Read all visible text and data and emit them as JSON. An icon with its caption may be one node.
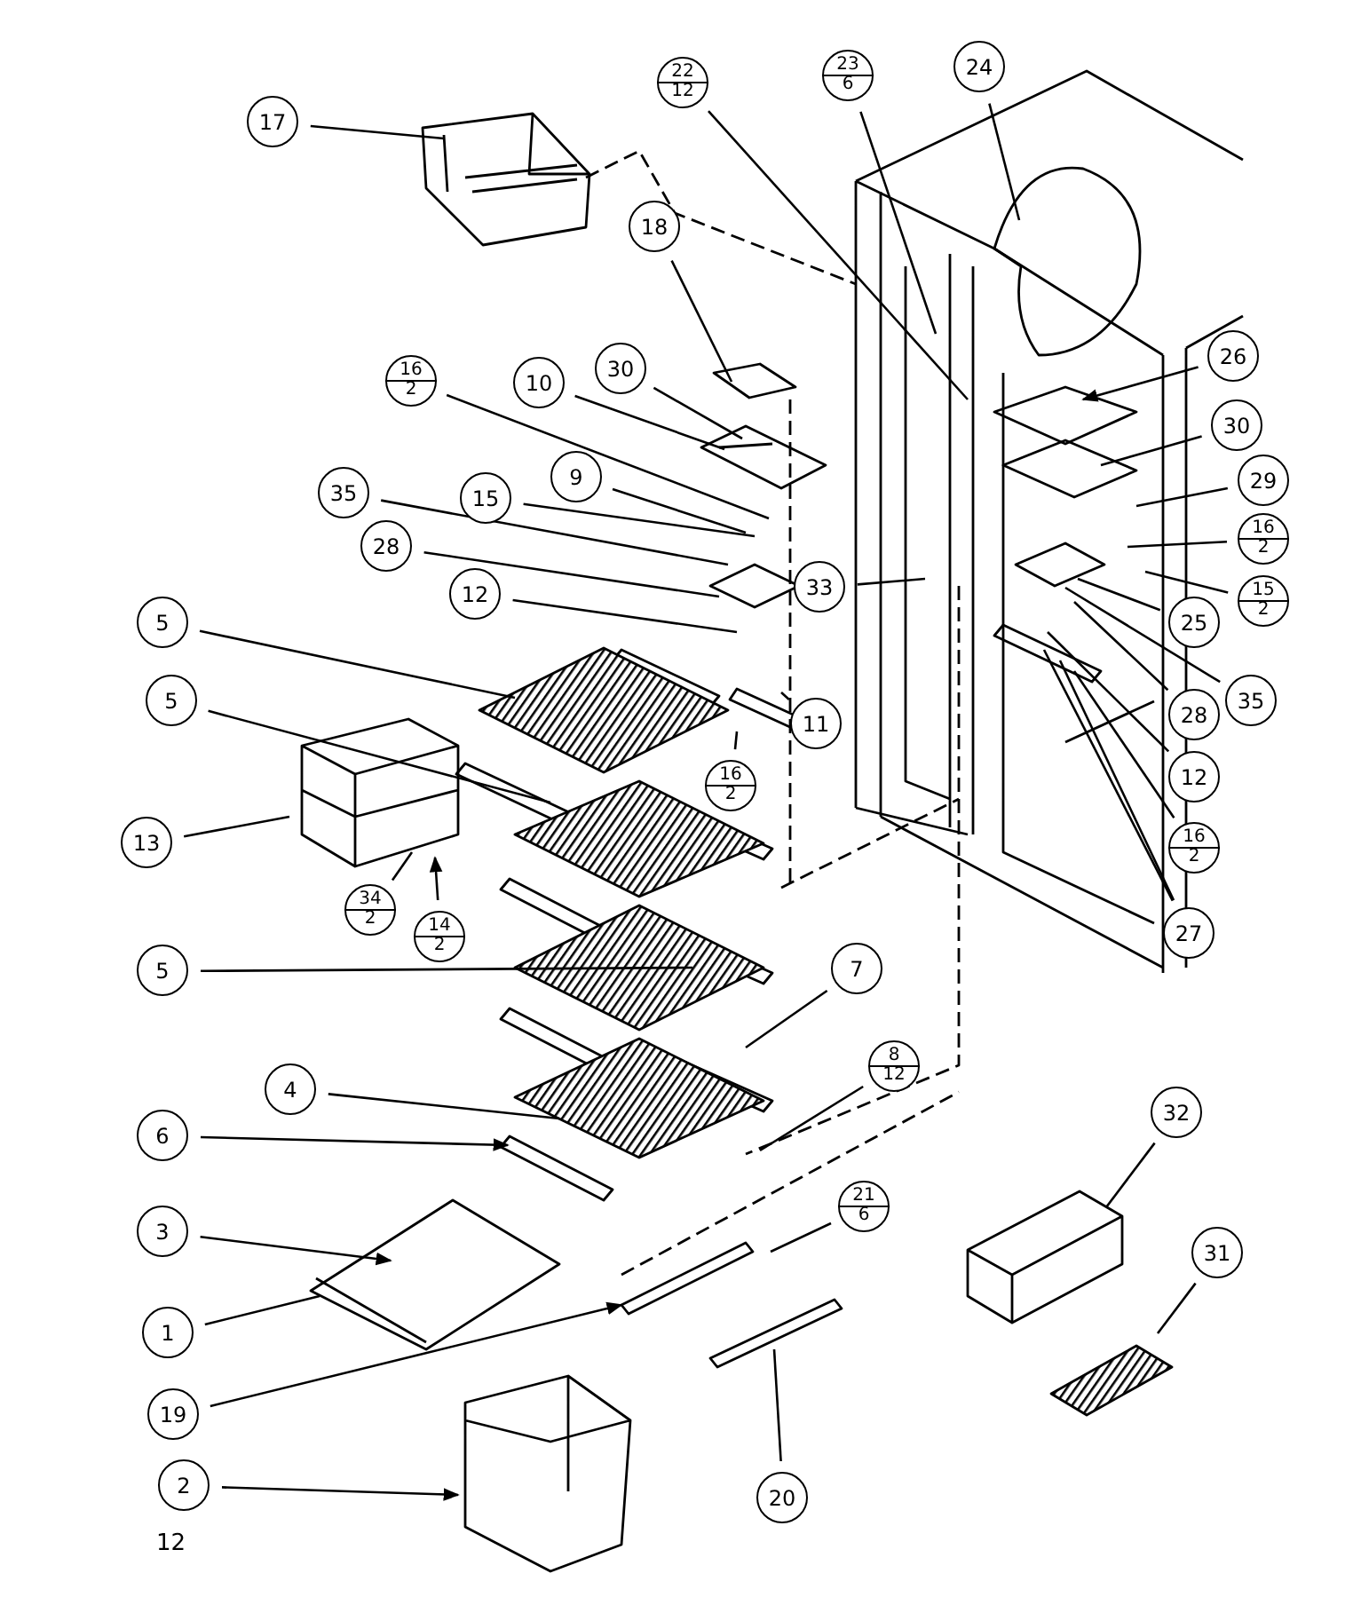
{
  "diagram": {
    "nodes": [
      {
        "text": [
          "17"
        ]
      },
      {
        "text": [
          "22",
          "12"
        ]
      },
      {
        "text": [
          "23",
          "6"
        ]
      },
      {
        "text": [
          "24"
        ]
      },
      {
        "text": [
          "18"
        ]
      },
      {
        "text": [
          "16",
          "2"
        ]
      },
      {
        "text": [
          "10"
        ]
      },
      {
        "text": [
          "30"
        ]
      },
      {
        "text": [
          "9"
        ]
      },
      {
        "text": [
          "35"
        ]
      },
      {
        "text": [
          "15"
        ]
      },
      {
        "text": [
          "28"
        ]
      },
      {
        "text": [
          "12"
        ]
      },
      {
        "text": [
          "5"
        ]
      },
      {
        "text": [
          "5"
        ]
      },
      {
        "text": [
          "13"
        ]
      },
      {
        "text": [
          "34",
          "2"
        ]
      },
      {
        "text": [
          "14",
          "2"
        ]
      },
      {
        "text": [
          "16",
          "2"
        ]
      },
      {
        "text": [
          "11"
        ]
      },
      {
        "text": [
          "33"
        ]
      },
      {
        "text": [
          "26"
        ]
      },
      {
        "text": [
          "30"
        ]
      },
      {
        "text": [
          "29"
        ]
      },
      {
        "text": [
          "16",
          "2"
        ]
      },
      {
        "text": [
          "15",
          "2"
        ]
      },
      {
        "text": [
          "25"
        ]
      },
      {
        "text": [
          "35"
        ]
      },
      {
        "text": [
          "28"
        ]
      },
      {
        "text": [
          "12"
        ]
      },
      {
        "text": [
          "16",
          "2"
        ]
      },
      {
        "text": [
          "27"
        ]
      },
      {
        "text": [
          "5"
        ]
      },
      {
        "text": [
          "7"
        ]
      },
      {
        "text": [
          "8",
          "12"
        ]
      },
      {
        "text": [
          "4"
        ]
      },
      {
        "text": [
          "6"
        ]
      },
      {
        "text": [
          "3"
        ]
      },
      {
        "text": [
          "21",
          "6"
        ]
      },
      {
        "text": [
          "32"
        ]
      },
      {
        "text": [
          "1"
        ]
      },
      {
        "text": [
          "31"
        ]
      },
      {
        "text": [
          "19"
        ]
      },
      {
        "text": [
          "2"
        ]
      },
      {
        "text": [
          "20"
        ]
      }
    ],
    "edges": [
      {
        "from": 0,
        "to": null,
        "arrow": "none"
      },
      {
        "from": 1,
        "to": null,
        "arrow": "none"
      },
      {
        "from": 2,
        "to": null,
        "arrow": "none"
      },
      {
        "from": 3,
        "to": null,
        "arrow": "none"
      },
      {
        "from": 4,
        "to": null,
        "arrow": "none"
      },
      {
        "from": 5,
        "to": null,
        "arrow": "none"
      },
      {
        "from": 6,
        "to": null,
        "arrow": "none"
      },
      {
        "from": 7,
        "to": null,
        "arrow": "none"
      },
      {
        "from": 8,
        "to": null,
        "arrow": "none"
      },
      {
        "from": 9,
        "to": null,
        "arrow": "none"
      },
      {
        "from": 10,
        "to": null,
        "arrow": "none"
      },
      {
        "from": 11,
        "to": null,
        "arrow": "none"
      },
      {
        "from": 12,
        "to": null,
        "arrow": "none"
      },
      {
        "from": 13,
        "to": null,
        "arrow": "none"
      },
      {
        "from": 14,
        "to": null,
        "arrow": "none"
      },
      {
        "from": 15,
        "to": null,
        "arrow": "none"
      },
      {
        "from": 16,
        "to": null,
        "arrow": "none"
      },
      {
        "from": 17,
        "to": null,
        "arrow": "to"
      },
      {
        "from": 18,
        "to": null,
        "arrow": "none"
      },
      {
        "from": 19,
        "to": null,
        "arrow": "none"
      },
      {
        "from": 20,
        "to": null,
        "arrow": "none"
      },
      {
        "from": 21,
        "to": null,
        "arrow": "to"
      },
      {
        "from": 22,
        "to": null,
        "arrow": "none"
      },
      {
        "from": 23,
        "to": null,
        "arrow": "none"
      },
      {
        "from": 24,
        "to": null,
        "arrow": "none"
      },
      {
        "from": 25,
        "to": null,
        "arrow": "none"
      },
      {
        "from": 26,
        "to": null,
        "arrow": "none"
      },
      {
        "from": 27,
        "to": null,
        "arrow": "none"
      },
      {
        "from": 28,
        "to": null,
        "arrow": "none"
      },
      {
        "from": 29,
        "to": null,
        "arrow": "none"
      },
      {
        "from": 30,
        "to": null,
        "arrow": "none"
      },
      {
        "from": 31,
        "to": null,
        "arrow": "none"
      },
      {
        "from": 31,
        "to": null,
        "arrow": "none"
      },
      {
        "from": 32,
        "to": null,
        "arrow": "none"
      },
      {
        "from": 33,
        "to": null,
        "arrow": "none"
      },
      {
        "from": 34,
        "to": null,
        "arrow": "none"
      },
      {
        "from": 35,
        "to": null,
        "arrow": "none"
      },
      {
        "from": 36,
        "to": null,
        "arrow": "to"
      },
      {
        "from": 37,
        "to": null,
        "arrow": "to"
      },
      {
        "from": 38,
        "to": null,
        "arrow": "none"
      },
      {
        "from": 39,
        "to": null,
        "arrow": "none"
      },
      {
        "from": 40,
        "to": null,
        "arrow": "none"
      },
      {
        "from": 41,
        "to": null,
        "arrow": "none"
      },
      {
        "from": 42,
        "to": null,
        "arrow": "to"
      },
      {
        "from": 43,
        "to": null,
        "arrow": "to"
      },
      {
        "from": 44,
        "to": null,
        "arrow": "none"
      }
    ],
    "labels": [
      "12"
    ]
  }
}
